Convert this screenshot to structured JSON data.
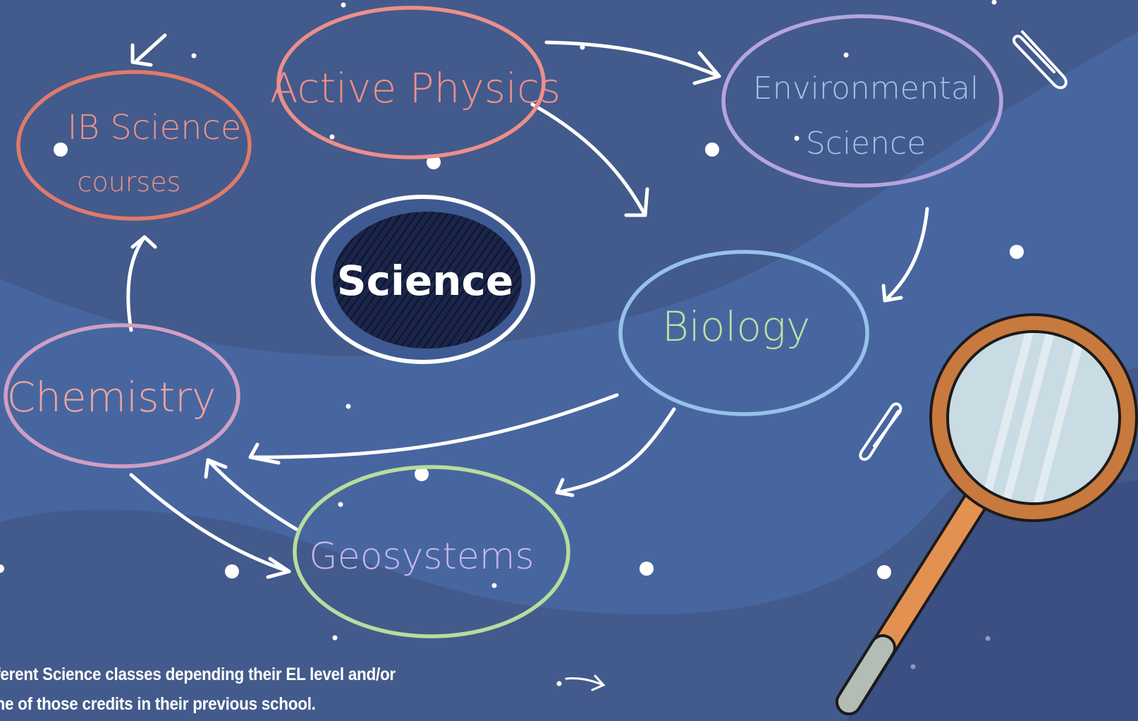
{
  "colors": {
    "background": "#435a8c",
    "band": "#4766a0",
    "ib_science": "#e07a6a",
    "active_physics": "#ec8f8a",
    "environmental_science": "#b6a4dc",
    "environmental_text": "#a8c2ee",
    "biology_outline": "#97c1ec",
    "biology_text": "#bfe0a0",
    "chemistry_outline": "#cf9fc4",
    "chemistry_text": "#f1a59c",
    "geosystems_outline": "#b9dc9e",
    "geosystems_text": "#c7b6ea",
    "magnifier_rim": "#c8793e"
  },
  "center": {
    "label": "Science"
  },
  "nodes": {
    "ib_science": {
      "line1": "IB Science",
      "line2": "courses"
    },
    "active_physics": {
      "label": "Active Physics"
    },
    "environmental_science": {
      "line1": "Environmental",
      "line2": "Science"
    },
    "biology": {
      "label": "Biology"
    },
    "chemistry": {
      "label": "Chemistry"
    },
    "geosystems": {
      "label": "Geosystems"
    }
  },
  "caption": {
    "line1": "ifferent Science classes depending their EL level and/or",
    "line2": "one of those credits in their previous school."
  },
  "decorations": [
    "paperclip-icon",
    "paperclip-icon",
    "magnifying-glass-icon",
    "arrow-doodle-icon"
  ]
}
